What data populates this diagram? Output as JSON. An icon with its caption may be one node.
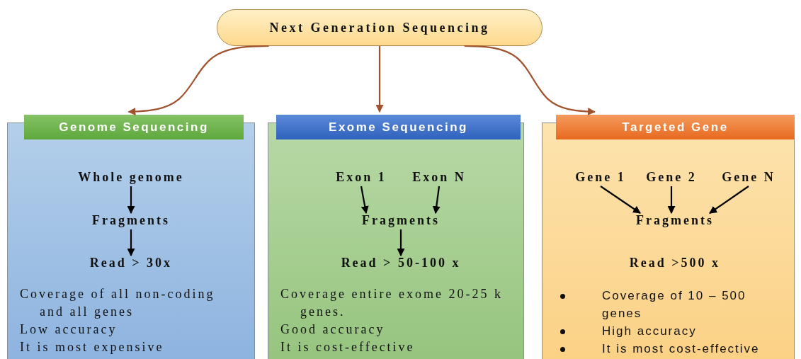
{
  "diagram": {
    "nodes": [
      {
        "text": [
          "Next Generation Sequencing"
        ]
      },
      {
        "text": [
          "Genome Sequencing",
          "Coverage of all non-coding and all genes",
          "Low accuracy",
          "It is most expensive"
        ]
      },
      {
        "text": [
          "Whole genome"
        ],
        "in": 1
      },
      {
        "text": [
          "Fragments"
        ],
        "in": 1
      },
      {
        "text": [
          "Read > 30x"
        ],
        "in": 1
      },
      {
        "text": [
          "Exome Sequencing",
          "Coverage entire exome 20-25 k genes.",
          "Good accuracy",
          "It is cost-effective"
        ]
      },
      {
        "text": [
          "Exon 1"
        ],
        "in": 5
      },
      {
        "text": [
          "Exon N"
        ],
        "in": 5
      },
      {
        "text": [
          "Fragments"
        ],
        "in": 5
      },
      {
        "text": [
          "Read > 50-100 x"
        ],
        "in": 5
      },
      {
        "text": [
          "Targeted Gene",
          "Coverage of 10 – 500 genes",
          "High accuracy",
          "It is most cost-effective"
        ]
      },
      {
        "text": [
          "Gene 1"
        ],
        "in": 10
      },
      {
        "text": [
          "Gene 2"
        ],
        "in": 10
      },
      {
        "text": [
          "Gene N"
        ],
        "in": 10
      },
      {
        "text": [
          "Fragments"
        ],
        "in": 10
      },
      {
        "text": [
          "Read >500 x"
        ],
        "in": 10
      }
    ],
    "edges": [
      {
        "from": 0,
        "to": 1,
        "arrow": "to",
        "color": "#a0522d"
      },
      {
        "from": 0,
        "to": 5,
        "arrow": "to",
        "color": "#a0522d"
      },
      {
        "from": 0,
        "to": 10,
        "arrow": "to",
        "color": "#a0522d"
      },
      {
        "from": 2,
        "to": 3,
        "arrow": "to"
      },
      {
        "from": 3,
        "to": 4,
        "arrow": "to"
      },
      {
        "from": 6,
        "to": 8,
        "arrow": "to"
      },
      {
        "from": 7,
        "to": 8,
        "arrow": "to"
      },
      {
        "from": 8,
        "to": 9,
        "arrow": "to"
      },
      {
        "from": 11,
        "to": 14,
        "arrow": "to"
      },
      {
        "from": 12,
        "to": 14,
        "arrow": "to"
      },
      {
        "from": 13,
        "to": 14,
        "arrow": "to"
      }
    ]
  }
}
